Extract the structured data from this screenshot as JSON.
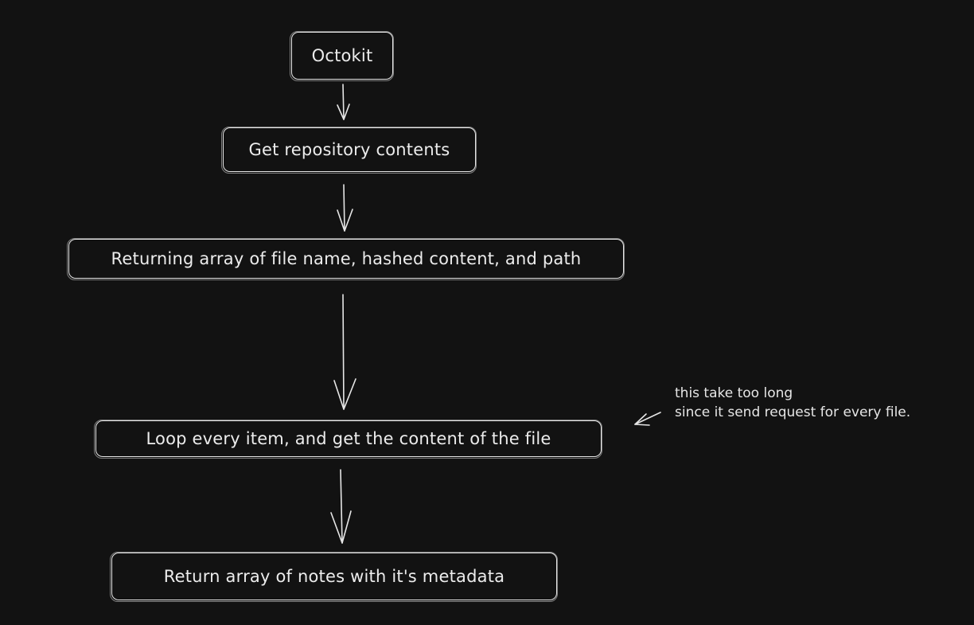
{
  "diagram": {
    "nodes": {
      "octokit": "Octokit",
      "get_contents": "Get repository contents",
      "returning_array": "Returning array of file name, hashed content, and path",
      "loop_items": "Loop every item, and get the content of the file",
      "return_notes": "Return array of notes with it's metadata"
    },
    "annotation": {
      "line1": "this take too long",
      "line2": "since it send request for every file."
    }
  },
  "colors": {
    "background": "#121212",
    "stroke": "#e6e6e6",
    "text": "#ececec"
  }
}
